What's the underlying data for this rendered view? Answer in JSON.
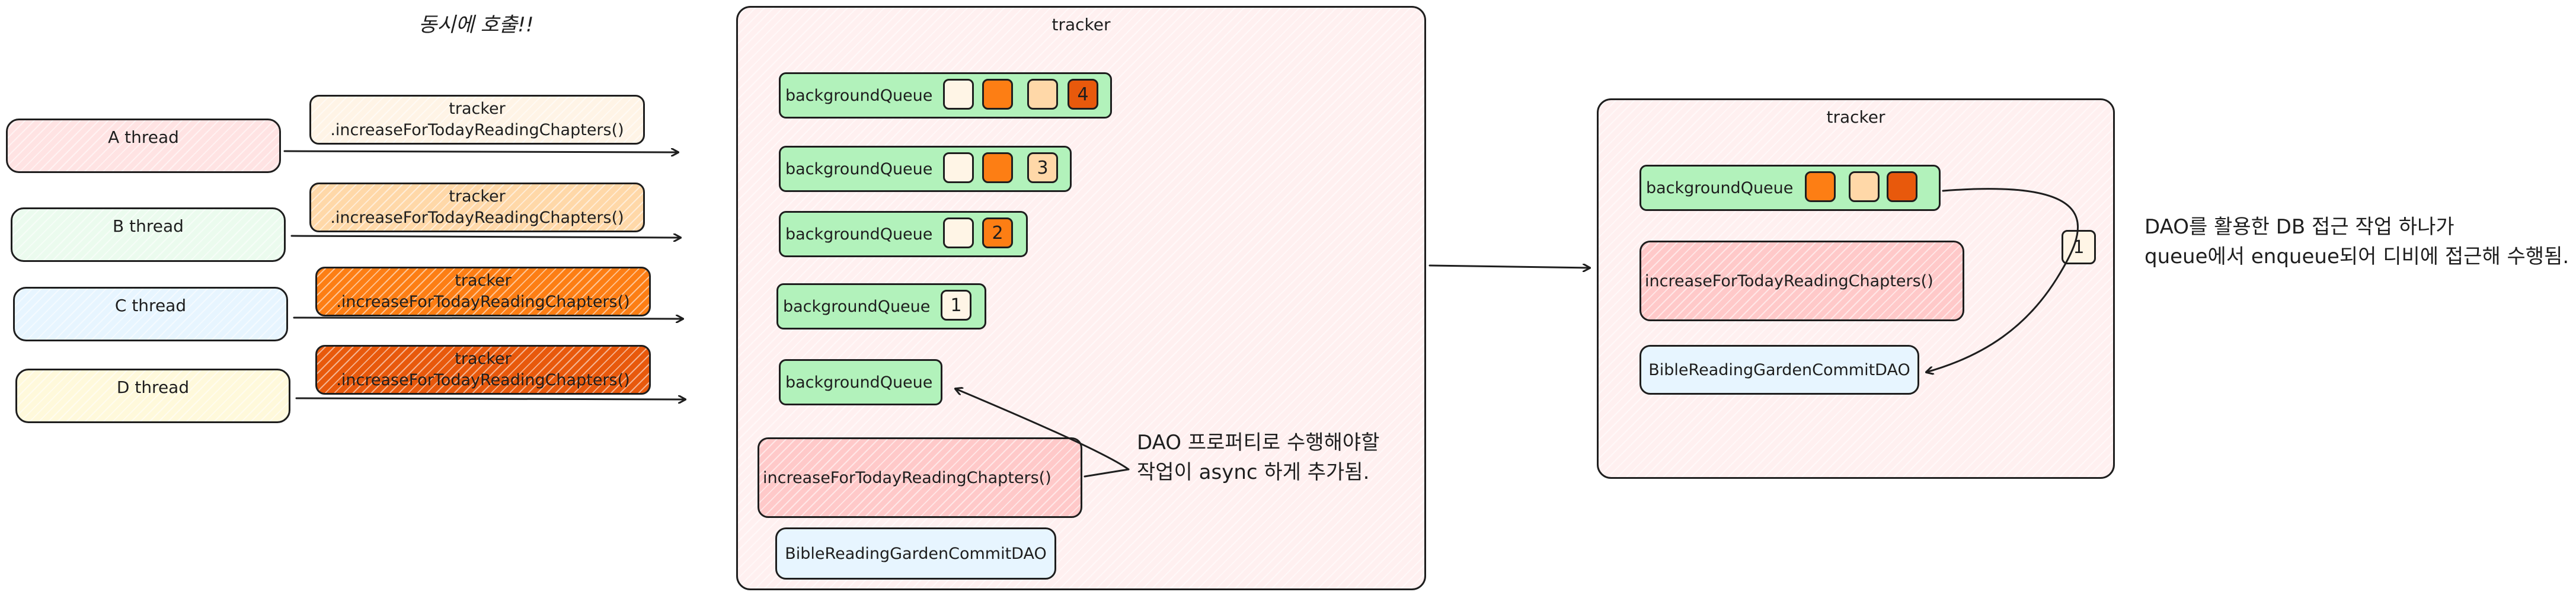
{
  "top_note": "동시에 호출!!",
  "threads": [
    {
      "label": "A thread",
      "color": "#ffc9c9"
    },
    {
      "label": "B thread",
      "color": "#b2f2bb"
    },
    {
      "label": "C thread",
      "color": "#a5d8ff"
    },
    {
      "label": "D thread",
      "color": "#ffec99"
    }
  ],
  "calls": [
    {
      "line1": "tracker",
      "line2": ".increaseForTodayReadingChapters()",
      "color": "#ffe8cc"
    },
    {
      "line1": "tracker",
      "line2": ".increaseForTodayReadingChapters()",
      "color": "#ffc078"
    },
    {
      "line1": "tracker",
      "line2": ".increaseForTodayReadingChapters()",
      "color": "#fd7e14"
    },
    {
      "line1": "tracker",
      "line2": ".increaseForTodayReadingChapters()",
      "color": "#e8590c"
    }
  ],
  "left_tracker": {
    "title": "tracker",
    "queues": [
      {
        "label": "backgroundQueue",
        "number": "4"
      },
      {
        "label": "backgroundQueue",
        "number": "3"
      },
      {
        "label": "backgroundQueue",
        "number": "2"
      },
      {
        "label": "backgroundQueue",
        "number": "1"
      },
      {
        "label": "backgroundQueue",
        "number": ""
      }
    ],
    "method": "increaseForTodayReadingChapters()",
    "dao": "BibleReadingGardenCommitDAO",
    "annotation_line1": "DAO 프로퍼티로 수행해야할",
    "annotation_line2": "작업이 async 하게 추가됨."
  },
  "right_tracker": {
    "title": "tracker",
    "queue": "backgroundQueue",
    "method": "increaseForTodayReadingChapters()",
    "dao": "BibleReadingGardenCommitDAO",
    "dequeued": "1"
  },
  "right_note": {
    "line1": "DAO를 활용한 DB 접근 작업 하나가",
    "line2": "queue에서 enqueue되어 디비에 접근해 수행됨."
  },
  "colors": {
    "stroke": "#1e1e1e",
    "container": "#ffc9c9",
    "queue": "#b2f2bb",
    "method": "#ffc9c9",
    "dao": "#e7f5ff",
    "item_light": "#fff5e6",
    "item_peach": "#ffd8a8",
    "item_orange": "#fd7e14",
    "item_deep": "#e8590c"
  }
}
